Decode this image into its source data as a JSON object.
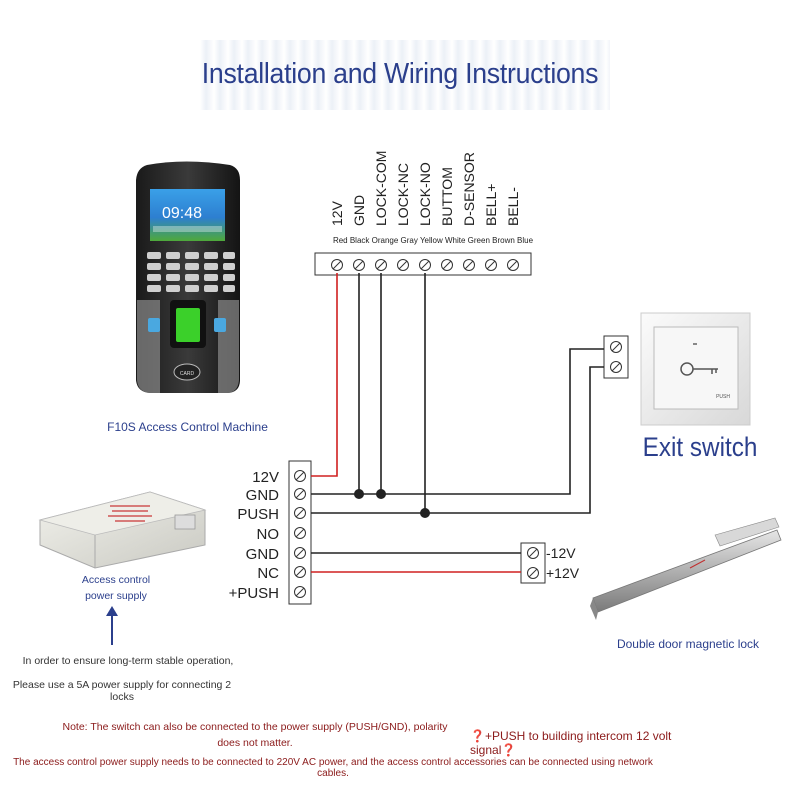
{
  "title": "Installation and Wiring Instructions",
  "terminal_top": {
    "labels": [
      "12V",
      "GND",
      "LOCK-COM",
      "LOCK-NC",
      "LOCK-NO",
      "BUTTOM",
      "D-SENSOR",
      "BELL+",
      "BELL-"
    ],
    "colors_line": "Red Black Orange Gray Yellow White Green Brown Blue"
  },
  "device": {
    "screen_time": "09:48",
    "card_label": "CARD",
    "caption": "F10S Access Control Machine"
  },
  "exit_switch": {
    "push_label": "PUSH",
    "caption": "Exit switch"
  },
  "power_supply": {
    "terminals": [
      "12V",
      "GND",
      "PUSH",
      "NO",
      "GND",
      "NC",
      "+PUSH"
    ],
    "caption_line1": "Access control",
    "caption_line2": "power supply",
    "advice_line1": "In order to ensure long-term stable operation,",
    "advice_line2": "Please use a 5A power supply for connecting 2 locks"
  },
  "mag_lock": {
    "terminals": [
      "-12V",
      "+12V"
    ],
    "caption": "Double door magnetic lock"
  },
  "notes": {
    "note1": "Note: The switch can also be connected to the power supply (PUSH/GND), polarity does not matter.",
    "intercom": "❓+PUSH to building intercom 12 volt signal❓",
    "footer": "The access control power supply needs to be connected to 220V AC power, and the access control accessories can be connected using network cables."
  }
}
